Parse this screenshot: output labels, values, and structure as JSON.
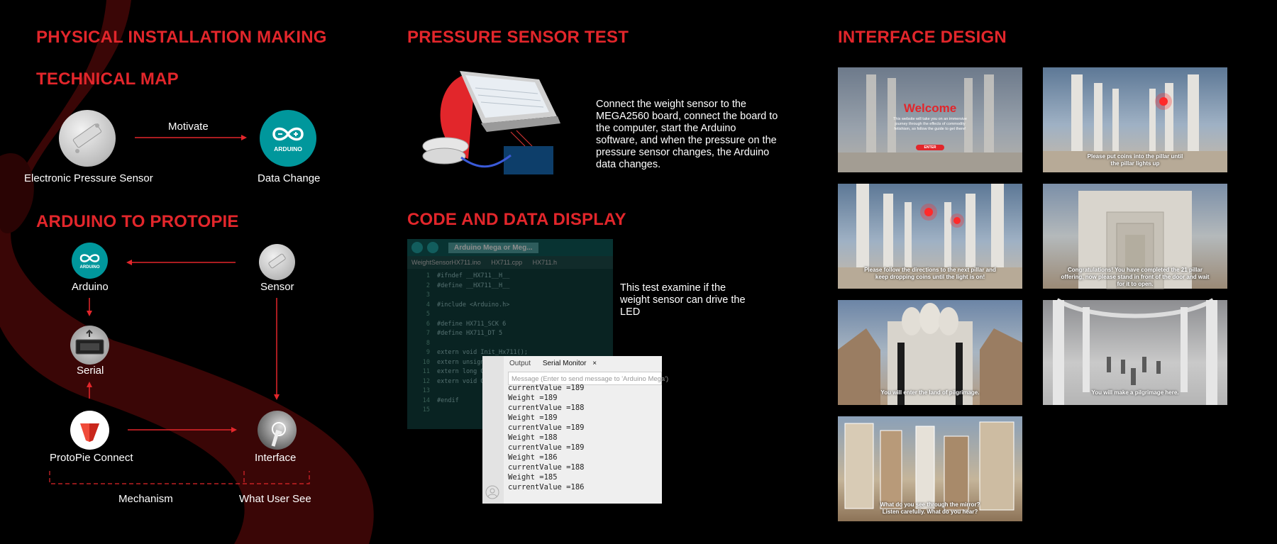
{
  "headings": {
    "physical": "PHYSICAL INSTALLATION MAKING",
    "technical_map": "TECHNICAL MAP",
    "arduino_protopie": "ARDUINO TO PROTOPIE",
    "pressure_test": "PRESSURE SENSOR TEST",
    "code_display": "CODE AND DATA DISPLAY",
    "interface": "INTERFACE DESIGN"
  },
  "technical_map": {
    "sensor_label": "Electronic Pressure Sensor",
    "arrow_label": "Motivate",
    "data_label": "Data Change",
    "arduino_logo_text": "ARDUINO"
  },
  "flow": {
    "arduino": "Arduino",
    "sensor": "Sensor",
    "serial": "Serial",
    "protopie": "ProtoPie Connect",
    "interface": "Interface",
    "mechanism": "Mechanism",
    "what_user_see": "What User See"
  },
  "pressure_test": {
    "description": "Connect the weight sensor to the MEGA2560 board, connect the board to the computer, start the Arduino software, and when the pressure on the pressure sensor changes, the Arduino data changes."
  },
  "code_display": {
    "description": "This test examine if the weight sensor can drive the LED",
    "board_select": "Arduino Mega or Meg...",
    "file_tabs": [
      "WeightSensorHX711.ino",
      "HX711.cpp",
      "HX711.h"
    ],
    "code_lines": [
      {
        "n": "1",
        "t": "#ifndef __HX711__H__"
      },
      {
        "n": "2",
        "t": "#define __HX711__H__"
      },
      {
        "n": "3",
        "t": ""
      },
      {
        "n": "4",
        "t": "#include <Arduino.h>"
      },
      {
        "n": "5",
        "t": ""
      },
      {
        "n": "6",
        "t": "#define HX711_SCK 6"
      },
      {
        "n": "7",
        "t": "#define HX711_DT 5"
      },
      {
        "n": "8",
        "t": ""
      },
      {
        "n": "9",
        "t": "extern void Init_Hx711();"
      },
      {
        "n": "10",
        "t": "extern unsigned long HX711_Read(void);"
      },
      {
        "n": "11",
        "t": "extern long Get_Weight();"
      },
      {
        "n": "12",
        "t": "extern void Get_Maopi();"
      },
      {
        "n": "13",
        "t": ""
      },
      {
        "n": "14",
        "t": "#endif"
      },
      {
        "n": "15",
        "t": ""
      }
    ],
    "serial_tabs": {
      "output": "Output",
      "monitor": "Serial Monitor",
      "close": "×"
    },
    "serial_placeholder": "Message (Enter to send message to 'Arduino Mega')",
    "serial_lines": [
      "currentValue =189",
      "Weight =189",
      "currentValue =188",
      "Weight =189",
      "currentValue =189",
      "Weight =188",
      "currentValue =189",
      "Weight =186",
      "currentValue =188",
      "Weight =185",
      "currentValue =186"
    ]
  },
  "interface": {
    "welcome": {
      "title": "Welcome",
      "body": "This website will take you on an immersive journey through the effects of commodity fetishism, so follow the guide to get there!",
      "button": "ENTER"
    },
    "captions": [
      "Please put coins into the pillar until the pillar lights up",
      "Please follow the directions to the next pillar and keep dropping coins until the light is on!",
      "Congratulations! You have completed the 21 pillar offering, now please stand in front of the door and wait for it to open.",
      "You will enter the land of pilgrimage.",
      "You will make a pilgrimage here.",
      "What do you see through the mirror? Listen carefully. What do you hear?"
    ]
  },
  "colors": {
    "accent": "#e2262b",
    "arduino_teal": "#00979c",
    "background": "#000000"
  }
}
